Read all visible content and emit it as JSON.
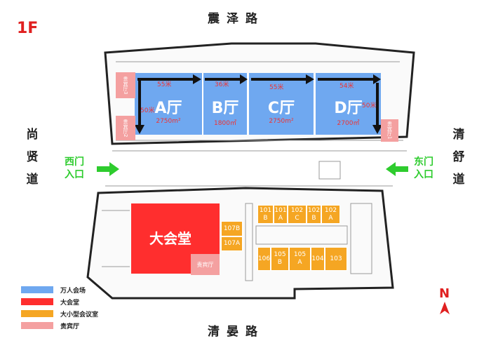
{
  "floor": "1F",
  "roads": {
    "north": "震泽路",
    "south": "清晏路",
    "west": [
      "尚",
      "贤",
      "道"
    ],
    "east": [
      "清",
      "舒",
      "道"
    ]
  },
  "doors": {
    "west": [
      "西门",
      "入口"
    ],
    "east": [
      "东门",
      "入口"
    ]
  },
  "halls": [
    {
      "name": "A厅",
      "area": "2750m²"
    },
    {
      "name": "B厅",
      "area": "1800㎡"
    },
    {
      "name": "C厅",
      "area": "2750m²"
    },
    {
      "name": "D厅",
      "area": "2700㎡"
    }
  ],
  "dimensions": {
    "a_width": "55米",
    "b_width": "36米",
    "c_width": "55米",
    "d_width": "54米",
    "left_depth": "50米",
    "right_depth": "50米"
  },
  "vip_rooms": {
    "vip3": "贵宾厅3",
    "vip2": "贵宾厅2",
    "vip1": "贵宾厅1",
    "hall_vip": "贵宾厅"
  },
  "great_hall": "大会堂",
  "meeting_rooms_top": [
    [
      "101",
      "B"
    ],
    [
      "101",
      "A"
    ],
    [
      "102",
      "C"
    ],
    [
      "102",
      "B"
    ],
    [
      "102",
      "A"
    ]
  ],
  "meeting_rooms_bottom": [
    [
      "106",
      ""
    ],
    [
      "105",
      "B"
    ],
    [
      "105",
      "A"
    ],
    [
      "104",
      ""
    ],
    [
      "103",
      ""
    ]
  ],
  "meeting_rooms_side": [
    "107B",
    "107A"
  ],
  "legend": [
    {
      "label": "万人会场",
      "color": "#6fa8f0"
    },
    {
      "label": "大会堂",
      "color": "#ff2e2e"
    },
    {
      "label": "大小型会议室",
      "color": "#f5a623"
    },
    {
      "label": "贵宾厅",
      "color": "#f4a0a0"
    }
  ],
  "compass": "N"
}
